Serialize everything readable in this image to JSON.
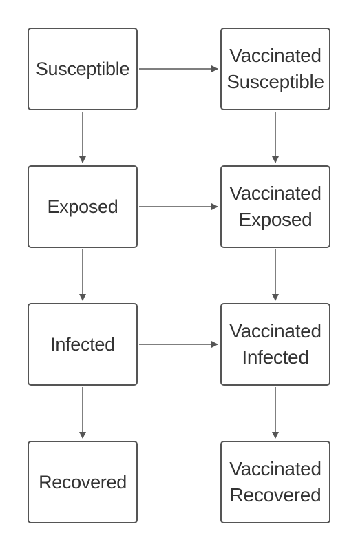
{
  "diagram": {
    "nodes": {
      "susceptible": {
        "lines": [
          "Susceptible"
        ]
      },
      "exposed": {
        "lines": [
          "Exposed"
        ]
      },
      "infected": {
        "lines": [
          "Infected"
        ]
      },
      "recovered": {
        "lines": [
          "Recovered"
        ]
      },
      "vaccinated_susceptible": {
        "lines": [
          "Vaccinated",
          "Susceptible"
        ]
      },
      "vaccinated_exposed": {
        "lines": [
          "Vaccinated",
          "Exposed"
        ]
      },
      "vaccinated_infected": {
        "lines": [
          "Vaccinated",
          "Infected"
        ]
      },
      "vaccinated_recovered": {
        "lines": [
          "Vaccinated",
          "Recovered"
        ]
      }
    },
    "edges": [
      {
        "from": "susceptible",
        "to": "vaccinated_susceptible"
      },
      {
        "from": "susceptible",
        "to": "exposed"
      },
      {
        "from": "vaccinated_susceptible",
        "to": "vaccinated_exposed"
      },
      {
        "from": "exposed",
        "to": "vaccinated_exposed"
      },
      {
        "from": "exposed",
        "to": "infected"
      },
      {
        "from": "vaccinated_exposed",
        "to": "vaccinated_infected"
      },
      {
        "from": "infected",
        "to": "vaccinated_infected"
      },
      {
        "from": "infected",
        "to": "recovered"
      },
      {
        "from": "vaccinated_infected",
        "to": "vaccinated_recovered"
      }
    ],
    "colors": {
      "border": "#555555",
      "text": "#333333",
      "arrow": "#555555"
    }
  }
}
